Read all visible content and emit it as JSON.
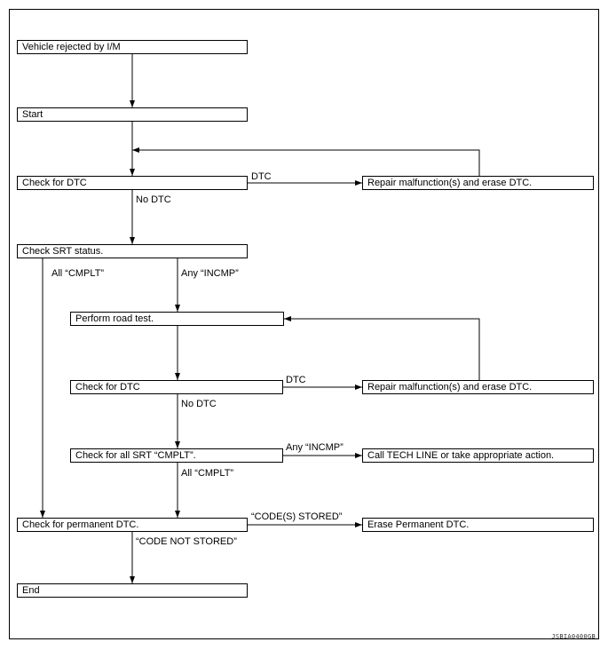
{
  "boxes": {
    "vehicle_rejected": "Vehicle rejected by I/M",
    "start": "Start",
    "check_dtc_1": "Check for DTC",
    "repair_1": "Repair malfunction(s) and erase DTC.",
    "check_srt": "Check SRT status.",
    "road_test": "Perform road test.",
    "check_dtc_2": "Check for DTC",
    "repair_2": "Repair malfunction(s) and erase DTC.",
    "check_all_srt": "Check for all SRT “CMPLT”.",
    "call_tech": "Call TECH LINE or take appropriate action.",
    "check_permanent": "Check for permanent DTC.",
    "erase_permanent": "Erase Permanent DTC.",
    "end": "End"
  },
  "labels": {
    "dtc_1": "DTC",
    "no_dtc_1": "No DTC",
    "all_cmplt_1": "All “CMPLT”",
    "any_incmp_1": "Any “INCMP”",
    "dtc_2": "DTC",
    "no_dtc_2": "No DTC",
    "any_incmp_2": "Any “INCMP”",
    "all_cmplt_2": "All “CMPLT”",
    "codes_stored": "“CODE(S) STORED”",
    "code_not_stored": "“CODE NOT STORED”"
  },
  "figure_code": "JSBIA0400GB"
}
